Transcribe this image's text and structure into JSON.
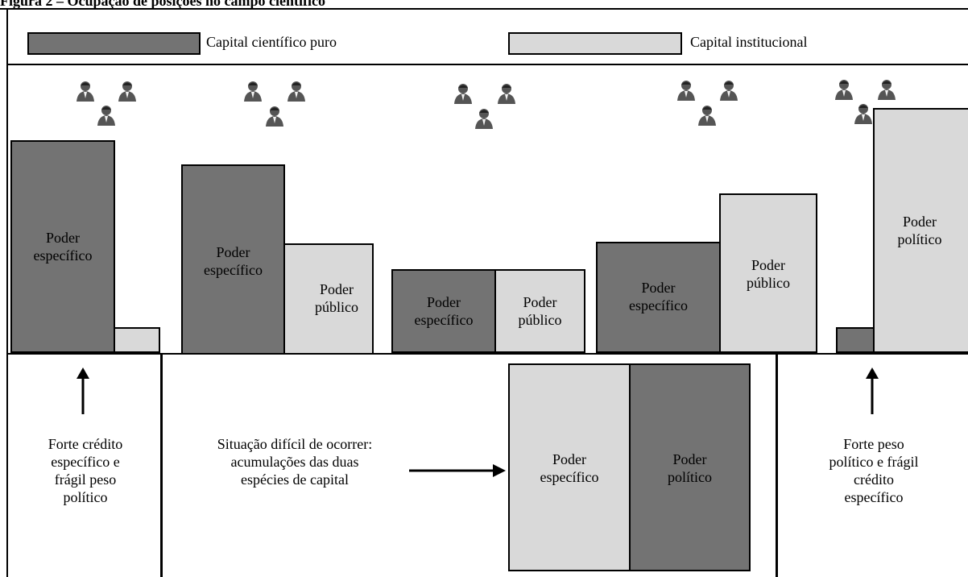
{
  "figure": {
    "caption": "Figura 2 – Ocupação de posições no campo científico"
  },
  "legend": {
    "dark_label": "Capital científico puro",
    "light_label": "Capital institucional"
  },
  "colors": {
    "dark": "#737373",
    "light": "#d9d9d9",
    "person": "#555555"
  },
  "groups": [
    {
      "dark_text": "Poder\nespecífico",
      "light_text": ""
    },
    {
      "dark_text": "Poder\nespecífico",
      "light_text": "Poder\npúblico"
    },
    {
      "dark_text": "Poder\nespecífico",
      "light_text": "Poder\npúblico"
    },
    {
      "dark_text": "Poder\nespecífico",
      "light_text": "Poder\npúblico"
    },
    {
      "dark_text": "",
      "light_text": "Poder\npolítico"
    }
  ],
  "bottom": {
    "left_text": "Forte crédito\nespecífico e\nfrágil peso\npolítico",
    "middle_text": "Situação difícil de ocorrer:\nacumulações das duas\nespécies de capital",
    "right_text": "Forte peso\npolítico e frágil\ncrédito\nespecífico",
    "box_light_text": "Poder\nespecífico",
    "box_dark_text": "Poder\npolítico"
  },
  "icons": {
    "person": "person-icon",
    "arrow_up": "arrow-up-icon",
    "arrow_right": "arrow-right-icon"
  }
}
